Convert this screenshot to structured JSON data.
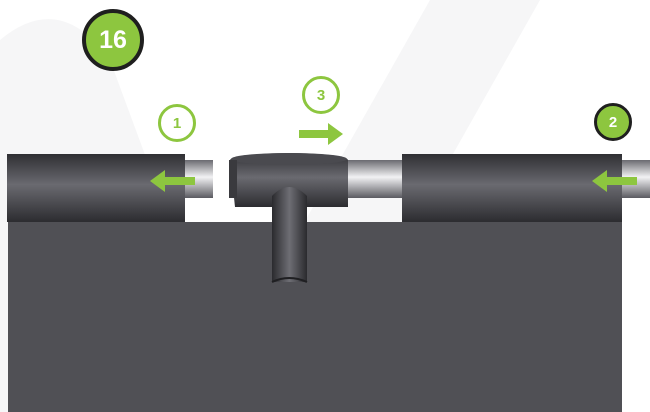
{
  "steps": {
    "main": "16",
    "one": "1",
    "two": "2",
    "three": "3"
  },
  "icons": {
    "arrow_left_1": "left-arrow-icon",
    "arrow_left_2": "left-arrow-icon",
    "arrow_right_3": "right-arrow-icon"
  },
  "colors": {
    "accent": "#8dc63f",
    "pipe_dark": "#3a3a3e",
    "base_block": "#505055",
    "step_ring": "#1f1f1f"
  }
}
